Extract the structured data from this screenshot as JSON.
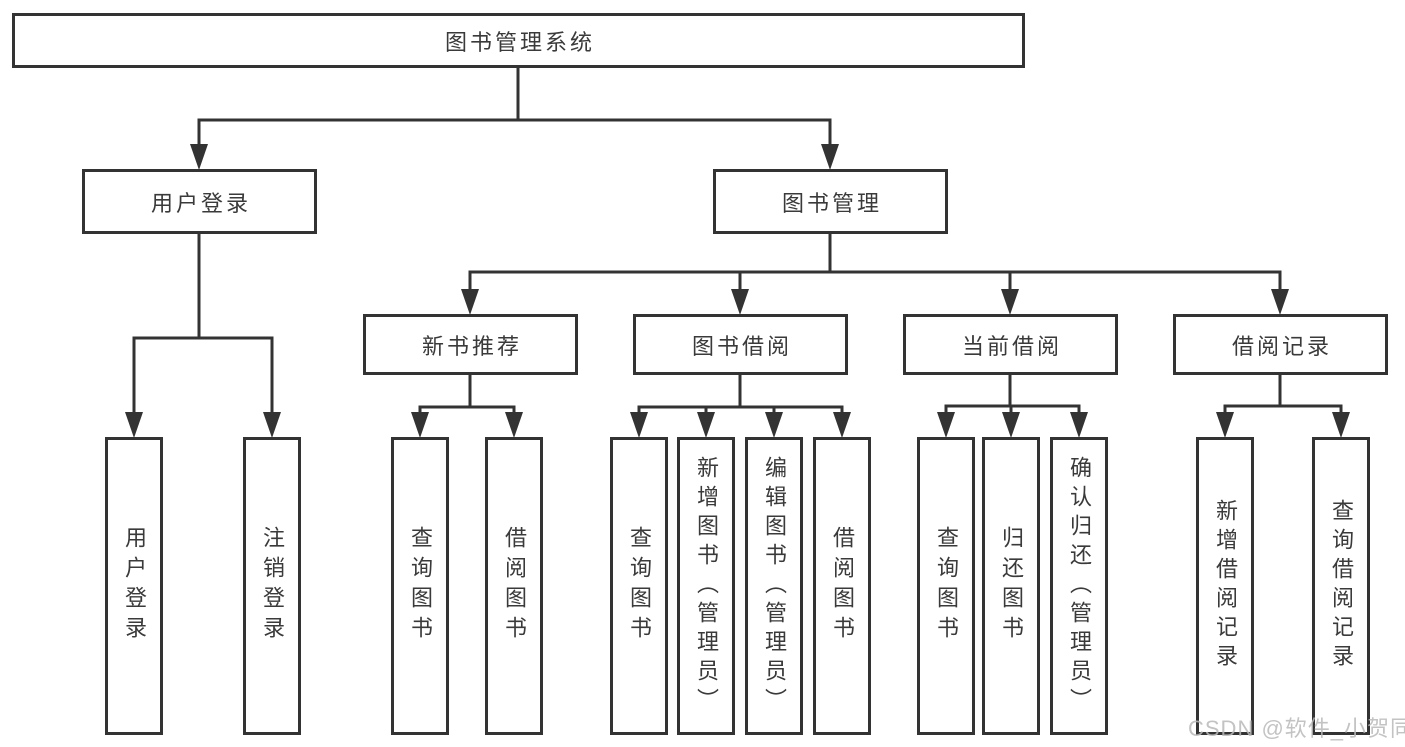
{
  "diagram": {
    "title_node": {
      "label": "图书管理系统"
    },
    "level2": [
      {
        "id": "user-login",
        "label": "用户登录"
      },
      {
        "id": "book-management",
        "label": "图书管理"
      }
    ],
    "level3": [
      {
        "id": "new-book-recommend",
        "parent": "book-management",
        "label": "新书推荐"
      },
      {
        "id": "book-borrow",
        "parent": "book-management",
        "label": "图书借阅"
      },
      {
        "id": "current-borrow",
        "parent": "book-management",
        "label": "当前借阅"
      },
      {
        "id": "borrow-records",
        "parent": "book-management",
        "label": "借阅记录"
      }
    ],
    "leaves": [
      {
        "parent": "user-login",
        "label": "用户登录"
      },
      {
        "parent": "user-login",
        "label": "注销登录"
      },
      {
        "parent": "new-book-recommend",
        "label": "查询图书"
      },
      {
        "parent": "new-book-recommend",
        "label": "借阅图书"
      },
      {
        "parent": "book-borrow",
        "label": "查询图书"
      },
      {
        "parent": "book-borrow",
        "label": "新增图书（管理员）"
      },
      {
        "parent": "book-borrow",
        "label": "编辑图书（管理员）"
      },
      {
        "parent": "book-borrow",
        "label": "借阅图书"
      },
      {
        "parent": "current-borrow",
        "label": "查询图书"
      },
      {
        "parent": "current-borrow",
        "label": "归还图书"
      },
      {
        "parent": "current-borrow",
        "label": "确认归还（管理员）"
      },
      {
        "parent": "borrow-records",
        "label": "新增借阅记录"
      },
      {
        "parent": "borrow-records",
        "label": "查询借阅记录"
      }
    ],
    "watermark": {
      "text": "CSDN @软件_小贺同学"
    },
    "colors": {
      "line": "#333333",
      "text": "#3a3a3a",
      "background": "#ffffff",
      "watermark": "#b9b9b9"
    }
  }
}
